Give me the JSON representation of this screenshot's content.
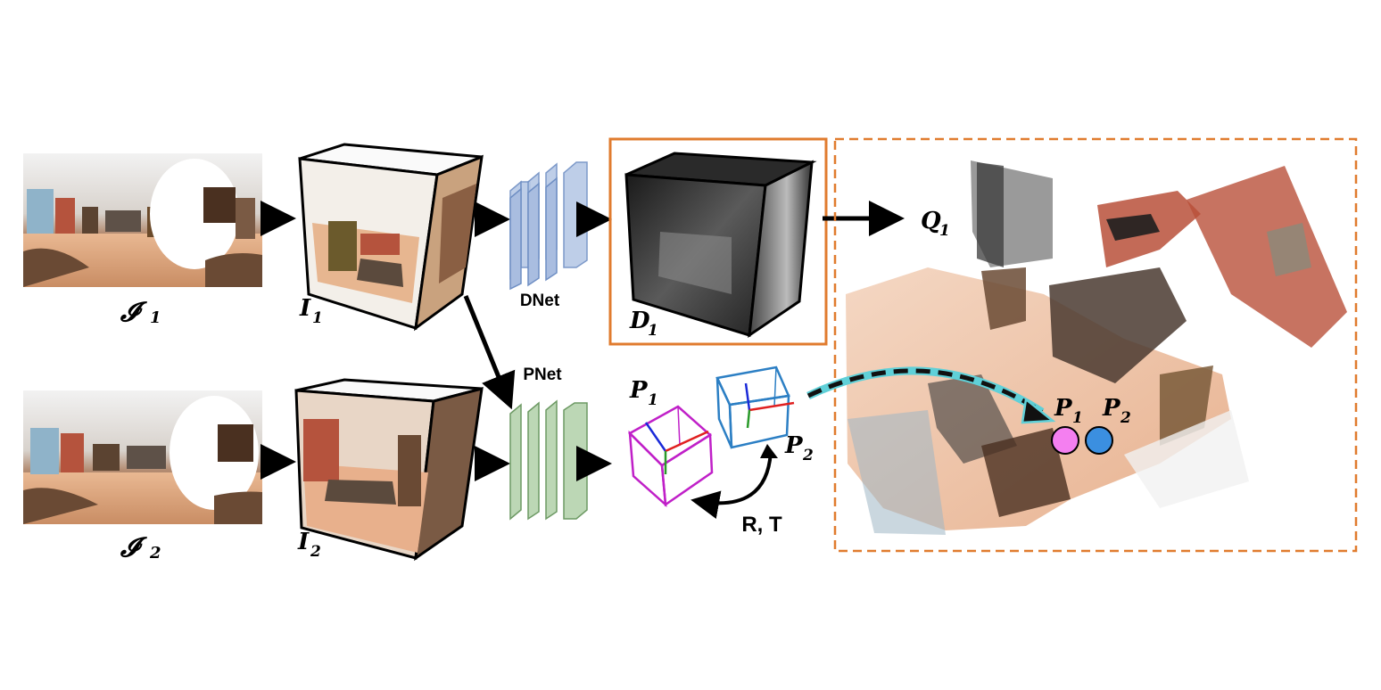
{
  "labels": {
    "pano1": "𝓘",
    "pano1_sub": "1",
    "pano2": "𝓘",
    "pano2_sub": "2",
    "cube1": "I",
    "cube1_sub": "1",
    "cube2": "I",
    "cube2_sub": "2",
    "dnet": "DNet",
    "pnet": "PNet",
    "depth": "D",
    "depth_sub": "1",
    "points": "Q",
    "points_sub": "1",
    "pose1": "P",
    "pose1_sub": "1",
    "pose2": "P",
    "pose2_sub": "2",
    "relative_pose": "R, T",
    "cloud_pose1": "P",
    "cloud_pose1_sub": "1",
    "cloud_pose2": "P",
    "cloud_pose2_sub": "2"
  },
  "colors": {
    "dnet_fill": "#b7c9e6",
    "dnet_stroke": "#6f8fc4",
    "pnet_fill": "#bcd7b5",
    "pnet_stroke": "#6d9a64",
    "depth_box": "#e07b2e",
    "cloud_box": "#e07b2e",
    "pose1_cube": "#c020c8",
    "pose2_cube": "#2c7fc4",
    "trajectory": "#5fd0d8",
    "pose1_dot": "#f47ff0",
    "pose2_dot": "#3b8fe0"
  },
  "icons": {
    "pano1": "equirectangular-panorama-image",
    "pano2": "equirectangular-panorama-image",
    "cube1": "cubemap-rgb-image",
    "cube2": "cubemap-rgb-image",
    "depth": "cubemap-depth-image",
    "cloud": "point-cloud-render"
  }
}
